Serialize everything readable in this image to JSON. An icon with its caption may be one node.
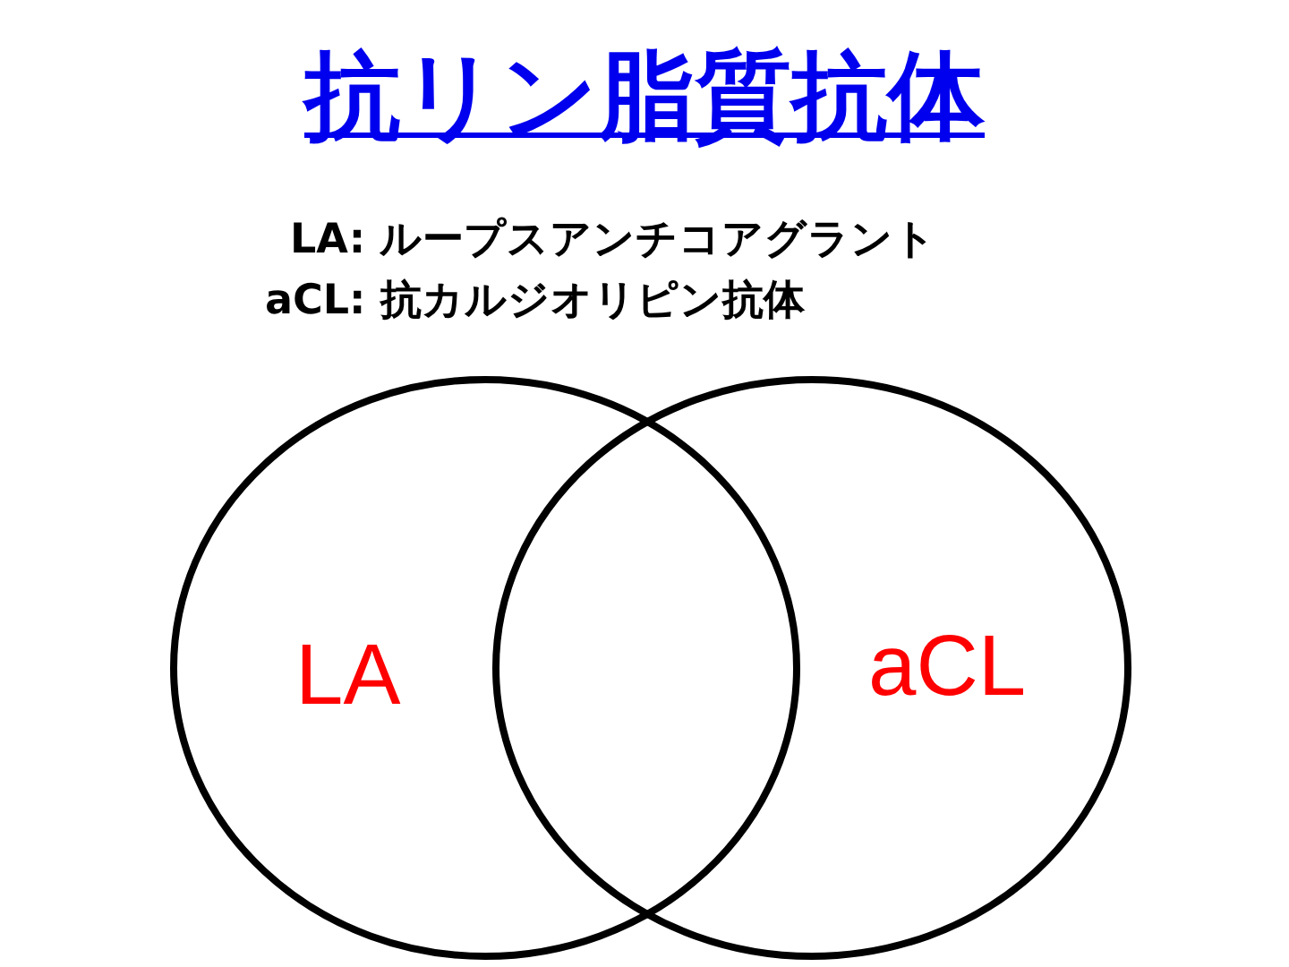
{
  "diagram": {
    "title": "抗リン脂質抗体",
    "nodes": [
      {
        "text": [
          "LA"
        ]
      },
      {
        "text": [
          "aCL"
        ]
      }
    ],
    "edges": [],
    "labels": [
      "LA: ループスアンチコアグラント",
      "aCL: 抗カルジオリピン抗体"
    ]
  }
}
